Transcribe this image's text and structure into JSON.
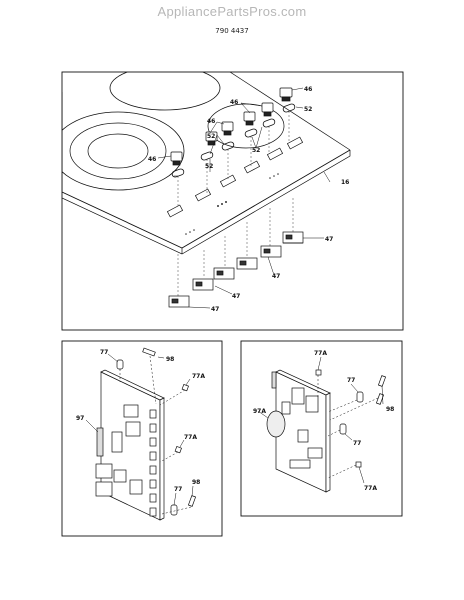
{
  "header": {
    "site": "AppliancePartsPros.com",
    "doc_number": "790 4437"
  },
  "labels": {
    "cooktop": {
      "l46a": "46",
      "l52a": "52",
      "l46b": "46",
      "l46c": "46",
      "l52b": "52",
      "l52c": "52",
      "l46d": "46",
      "l52d": "52",
      "l16": "16",
      "l47a": "47",
      "l47b": "47",
      "l47c": "47",
      "l47d": "47"
    },
    "left_board": {
      "l77a": "77",
      "l98a": "98",
      "l77Aa": "77A",
      "l97": "97",
      "l77Ab": "77A",
      "l98b": "98",
      "l77b": "77"
    },
    "right_board": {
      "l77Aa": "77A",
      "l77": "77",
      "l97A": "97A",
      "l98": "98",
      "l77b": "77",
      "l77Ab": "77A"
    }
  }
}
